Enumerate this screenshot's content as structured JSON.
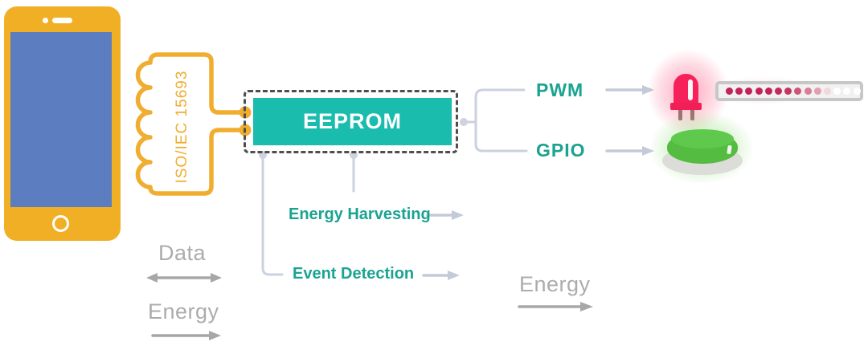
{
  "labels": {
    "iso": "ISO/IEC 15693",
    "eeprom": "EEPROM",
    "pwm": "PWM",
    "gpio": "GPIO",
    "energy_harvesting": "Energy Harvesting",
    "event_detection": "Event Detection",
    "data_legend": "Data",
    "energy_legend": "Energy",
    "energy_flow": "Energy"
  },
  "icons": {
    "smartphone": "smartphone-icon",
    "antenna": "nfc-antenna-coil-icon",
    "led": "led-icon",
    "led_strip": "led-strip-icon",
    "push_button": "push-button-icon"
  },
  "colors": {
    "brand_yellow": "#F0AD2F",
    "screen_blue": "#5C7EC1",
    "teal_fill": "#19BCAD",
    "teal_text": "#1BA392",
    "gray_label": "#ACACAC",
    "connector_gray": "#CBD2DF",
    "dashed_border": "#4E4E4E",
    "led_pink": "#F6215B",
    "button_green": "#55BD43"
  },
  "led_bar": {
    "dot_colors": [
      "#c32458",
      "#c32458",
      "#c32458",
      "#c32458",
      "#c32458",
      "#c42a5c",
      "#c63463",
      "#cf5578",
      "#d97e98",
      "#e29fb2",
      "#f3d7de",
      "#ffffff",
      "#ffffff",
      "#ffffff"
    ]
  }
}
